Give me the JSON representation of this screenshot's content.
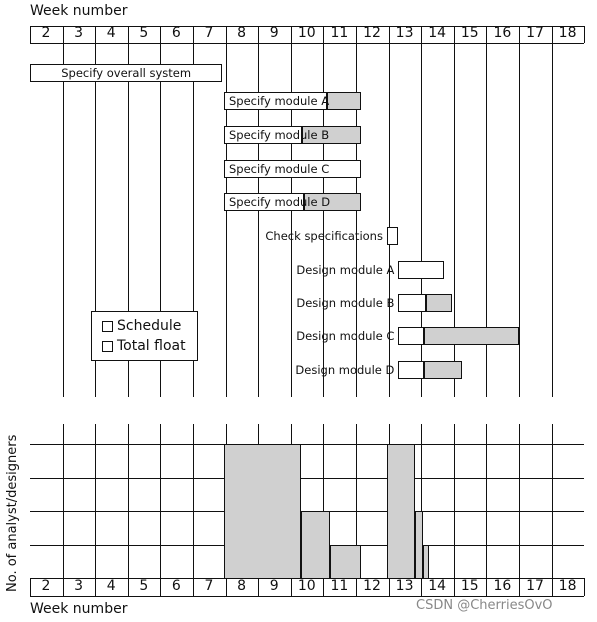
{
  "axis": {
    "top_title": "Week number",
    "bottom_title": "Week number",
    "weeks": [
      "2",
      "3",
      "4",
      "5",
      "6",
      "7",
      "8",
      "9",
      "10",
      "11",
      "12",
      "13",
      "14",
      "15",
      "16",
      "17",
      "18"
    ],
    "y_title": "No. of analyst/designers"
  },
  "tasks": [
    {
      "label": "Specify overall system",
      "start": 2.0,
      "sched_end": 7.9,
      "float_end": 7.9,
      "label_inside": true
    },
    {
      "label": "Specify module A",
      "start": 7.95,
      "sched_end": 11.1,
      "float_end": 12.15,
      "label_inside": true
    },
    {
      "label": "Specify module B",
      "start": 7.95,
      "sched_end": 10.35,
      "float_end": 12.15,
      "label_inside": true
    },
    {
      "label": "Specify module C",
      "start": 7.95,
      "sched_end": 12.15,
      "float_end": 12.15,
      "label_inside": true
    },
    {
      "label": "Specify module D",
      "start": 7.95,
      "sched_end": 10.4,
      "float_end": 12.15,
      "label_inside": true
    },
    {
      "label": "Check specifications",
      "start": 12.95,
      "sched_end": 13.3,
      "float_end": 13.3,
      "label_inside": false
    },
    {
      "label": "Design module A",
      "start": 13.3,
      "sched_end": 14.7,
      "float_end": 14.7,
      "label_inside": false
    },
    {
      "label": "Design module B",
      "start": 13.3,
      "sched_end": 14.15,
      "float_end": 14.95,
      "label_inside": false
    },
    {
      "label": "Design module C",
      "start": 13.3,
      "sched_end": 14.1,
      "float_end": 17.0,
      "label_inside": false
    },
    {
      "label": "Design module D",
      "start": 13.3,
      "sched_end": 14.1,
      "float_end": 15.25,
      "label_inside": false
    }
  ],
  "legend": {
    "schedule": "Schedule",
    "total_float": "Total float",
    "schedule_color": "#ffffff",
    "float_color": "#d0d0d0"
  },
  "resource_histogram": {
    "max_staff": 4,
    "steps": [
      {
        "start": 7.95,
        "end": 10.3,
        "staff": 4
      },
      {
        "start": 10.3,
        "end": 11.2,
        "staff": 2
      },
      {
        "start": 11.2,
        "end": 12.15,
        "staff": 1
      },
      {
        "start": 12.95,
        "end": 13.8,
        "staff": 4
      },
      {
        "start": 13.8,
        "end": 14.05,
        "staff": 2
      },
      {
        "start": 14.05,
        "end": 14.25,
        "staff": 1
      }
    ]
  },
  "watermark": "CSDN @CherriesOvO"
}
